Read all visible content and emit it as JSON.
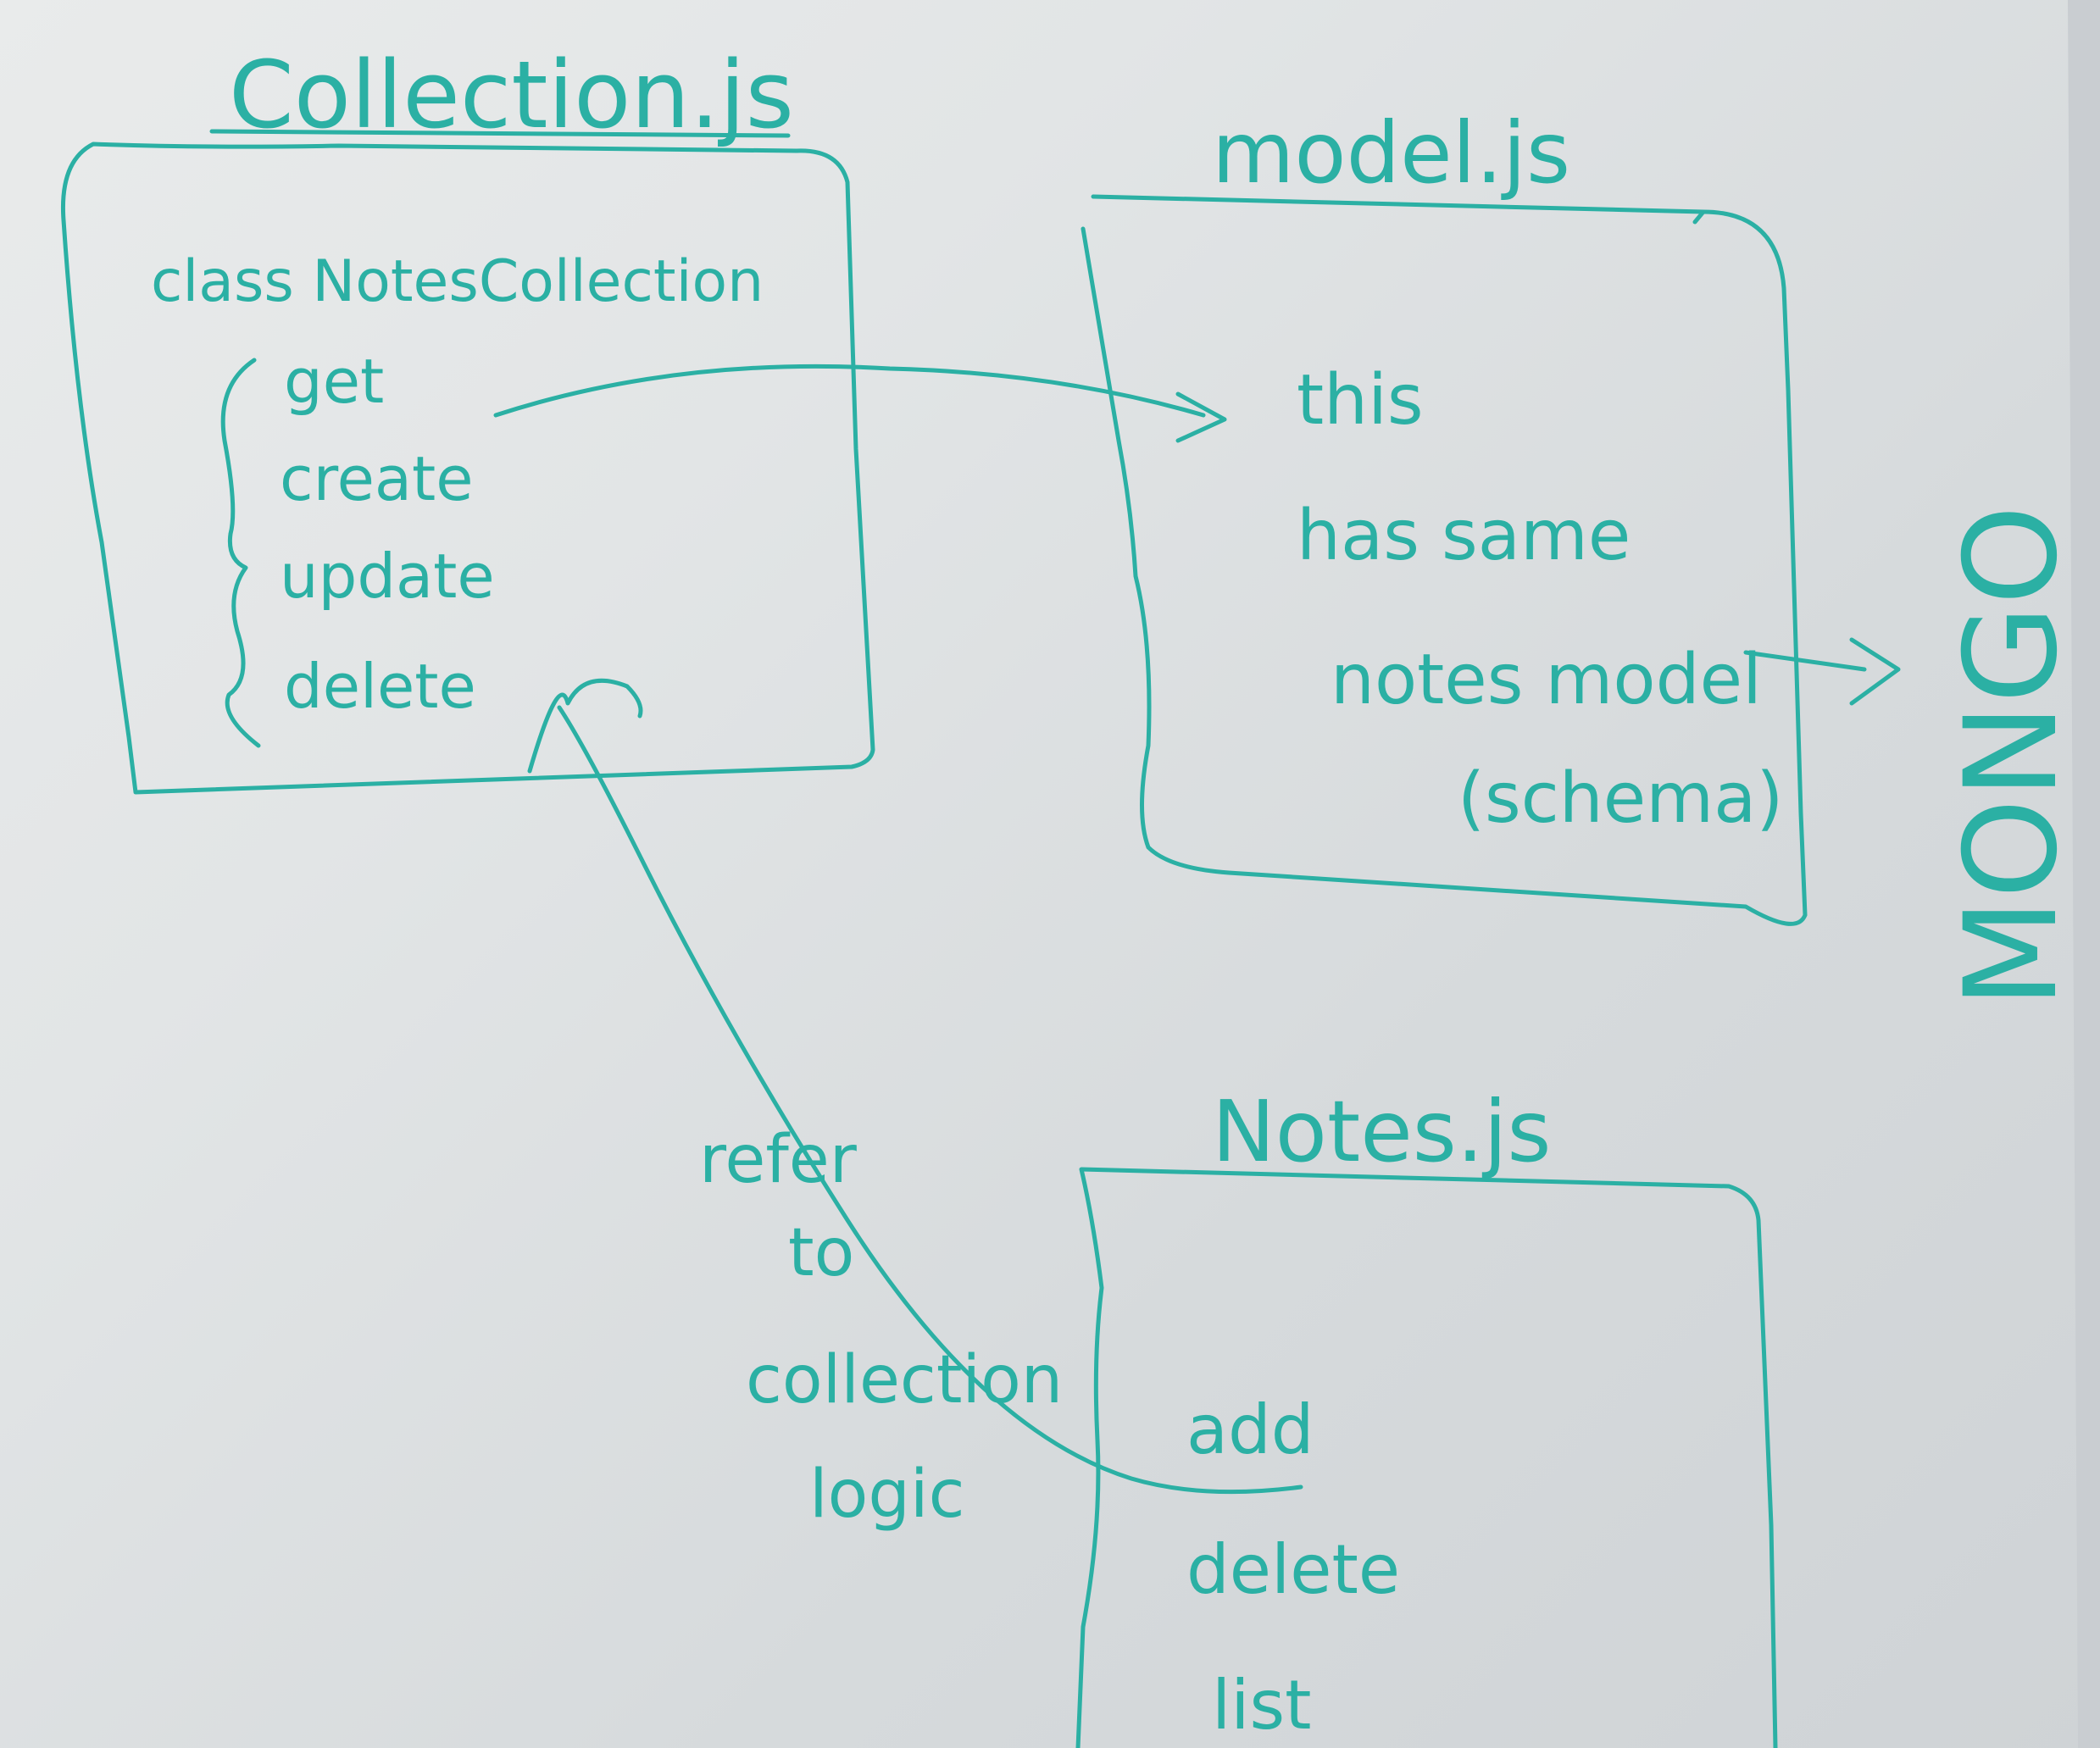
{
  "ink_color": "#2bb0a4",
  "collection_box": {
    "title": "Collection.js",
    "class_label": "class NotesCollection",
    "methods": [
      "get",
      "create",
      "update",
      "delete"
    ]
  },
  "model_box": {
    "title": "model.js",
    "lines": [
      "this",
      "has same",
      "notes model",
      "(schema)"
    ]
  },
  "notes_box": {
    "title": "Notes.js",
    "methods": [
      "add",
      "delete",
      "list"
    ]
  },
  "mongo_label": "MONGO",
  "annotation": {
    "lines": [
      "refer",
      "to",
      "collection",
      "logic"
    ]
  },
  "connectors": [
    {
      "from": "collection-get",
      "to": "model-box",
      "kind": "arrow"
    },
    {
      "from": "model-notes-model",
      "to": "mongo",
      "kind": "arrow"
    },
    {
      "from": "notes-add",
      "to": "collection-box",
      "kind": "arrow"
    }
  ]
}
